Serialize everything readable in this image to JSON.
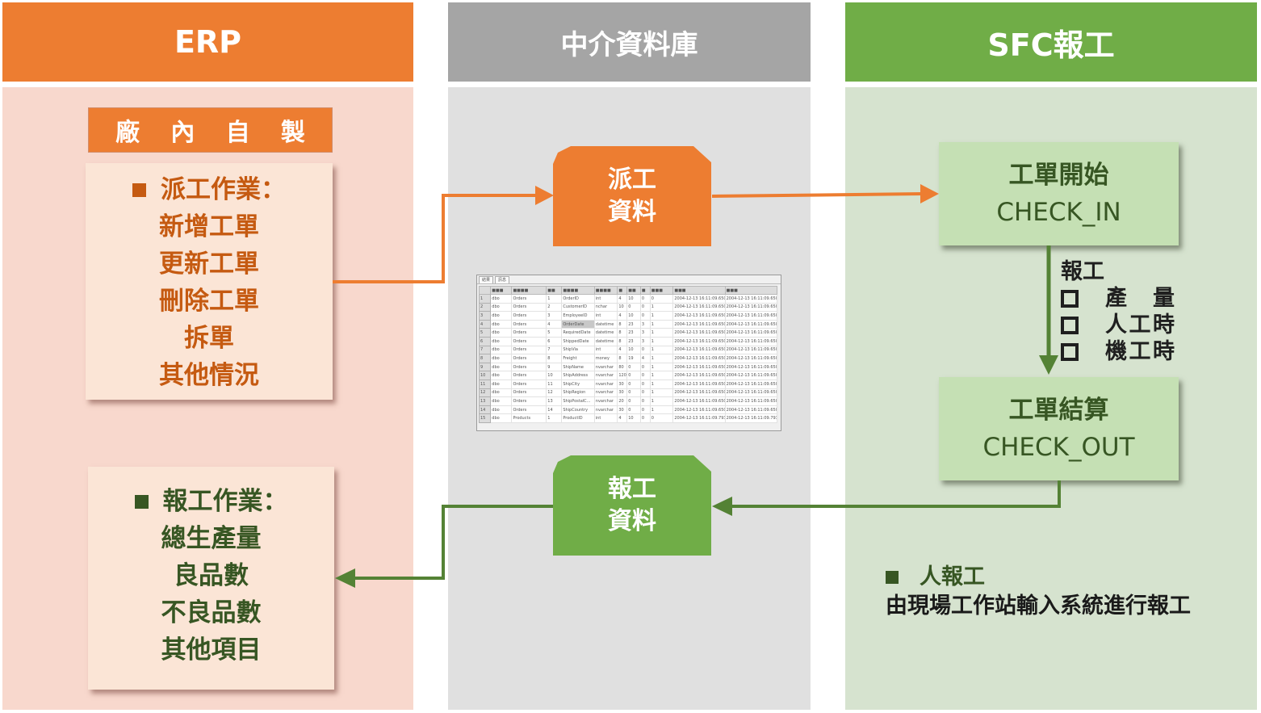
{
  "columns": {
    "erp": {
      "title": "ERP"
    },
    "db": {
      "title": "中介資料庫"
    },
    "sfc": {
      "title": "SFC報工"
    }
  },
  "erp": {
    "tag_chars": [
      "廠",
      "內",
      "自",
      "製"
    ],
    "dispatch": {
      "title": "派工作業：",
      "items": [
        "新增工單",
        "更新工單",
        "刪除工單",
        "拆單",
        "其他情況"
      ]
    },
    "report": {
      "title": "報工作業：",
      "items": [
        "總生產量",
        "良品數",
        "不良品數",
        "其他項目"
      ]
    }
  },
  "db": {
    "dispatch_data": {
      "line1": "派工",
      "line2": "資料"
    },
    "report_data": {
      "line1": "報工",
      "line2": "資料"
    },
    "grid_screenshot": {
      "tabs": [
        "結果",
        "訊息"
      ],
      "rows": [
        [
          "1",
          "dbo",
          "Orders",
          "1",
          "OrderID",
          "int",
          "4",
          "10",
          "0",
          "0",
          "2004-12-13 16:11:09.650",
          "2004-12-13 16:11:09.650"
        ],
        [
          "2",
          "dbo",
          "Orders",
          "2",
          "CustomerID",
          "nchar",
          "10",
          "0",
          "0",
          "1",
          "2004-12-13 16:11:09.650",
          "2004-12-13 16:11:09.650"
        ],
        [
          "3",
          "dbo",
          "Orders",
          "3",
          "EmployeeID",
          "int",
          "4",
          "10",
          "0",
          "1",
          "2004-12-13 16:11:09.650",
          "2004-12-13 16:11:09.650"
        ],
        [
          "4",
          "dbo",
          "Orders",
          "4",
          "OrderDate",
          "datetime",
          "8",
          "23",
          "3",
          "1",
          "2004-12-13 16:11:09.650",
          "2004-12-13 16:11:09.650"
        ],
        [
          "5",
          "dbo",
          "Orders",
          "5",
          "RequiredDate",
          "datetime",
          "8",
          "23",
          "3",
          "1",
          "2004-12-13 16:11:09.650",
          "2004-12-13 16:11:09.650"
        ],
        [
          "6",
          "dbo",
          "Orders",
          "6",
          "ShippedDate",
          "datetime",
          "8",
          "23",
          "3",
          "1",
          "2004-12-13 16:11:09.650",
          "2004-12-13 16:11:09.650"
        ],
        [
          "7",
          "dbo",
          "Orders",
          "7",
          "ShipVia",
          "int",
          "4",
          "10",
          "0",
          "1",
          "2004-12-13 16:11:09.650",
          "2004-12-13 16:11:09.650"
        ],
        [
          "8",
          "dbo",
          "Orders",
          "8",
          "Freight",
          "money",
          "8",
          "19",
          "4",
          "1",
          "2004-12-13 16:11:09.650",
          "2004-12-13 16:11:09.650"
        ],
        [
          "9",
          "dbo",
          "Orders",
          "9",
          "ShipName",
          "nvarchar",
          "80",
          "0",
          "0",
          "1",
          "2004-12-13 16:11:09.650",
          "2004-12-13 16:11:09.650"
        ],
        [
          "10",
          "dbo",
          "Orders",
          "10",
          "ShipAddress",
          "nvarchar",
          "120",
          "0",
          "0",
          "1",
          "2004-12-13 16:11:09.650",
          "2004-12-13 16:11:09.650"
        ],
        [
          "11",
          "dbo",
          "Orders",
          "11",
          "ShipCity",
          "nvarchar",
          "30",
          "0",
          "0",
          "1",
          "2004-12-13 16:11:09.650",
          "2004-12-13 16:11:09.650"
        ],
        [
          "12",
          "dbo",
          "Orders",
          "12",
          "ShipRegion",
          "nvarchar",
          "30",
          "0",
          "0",
          "1",
          "2004-12-13 16:11:09.650",
          "2004-12-13 16:11:09.650"
        ],
        [
          "13",
          "dbo",
          "Orders",
          "13",
          "ShipPostalC...",
          "nvarchar",
          "20",
          "0",
          "0",
          "1",
          "2004-12-13 16:11:09.650",
          "2004-12-13 16:11:09.650"
        ],
        [
          "14",
          "dbo",
          "Orders",
          "14",
          "ShipCountry",
          "nvarchar",
          "30",
          "0",
          "0",
          "1",
          "2004-12-13 16:11:09.650",
          "2004-12-13 16:11:09.650"
        ],
        [
          "15",
          "dbo",
          "Products",
          "1",
          "ProductID",
          "int",
          "4",
          "10",
          "0",
          "0",
          "2004-12-13 16:11:09.793",
          "2004-12-13 16:11:09.793"
        ]
      ],
      "selected_cell": {
        "row": 3,
        "col": 4
      }
    }
  },
  "sfc": {
    "checkin": {
      "zh": "工單開始",
      "en": "CHECK_IN"
    },
    "checkout": {
      "zh": "工單結算",
      "en": "CHECK_OUT"
    },
    "report_label": "報工",
    "report_items": [
      {
        "chars": [
          "產",
          "量"
        ]
      },
      {
        "chars": [
          "人",
          "工",
          "時"
        ]
      },
      {
        "chars": [
          "機",
          "工",
          "時"
        ]
      }
    ],
    "note_title": "人報工",
    "note_desc": "由現場工作站輸入系統進行報工"
  },
  "colors": {
    "orange": "#ed7d31",
    "orange_text": "#c55a11",
    "green": "#70ad47",
    "green_dark": "#548235",
    "green_text": "#375623",
    "gray": "#a5a5a5"
  }
}
